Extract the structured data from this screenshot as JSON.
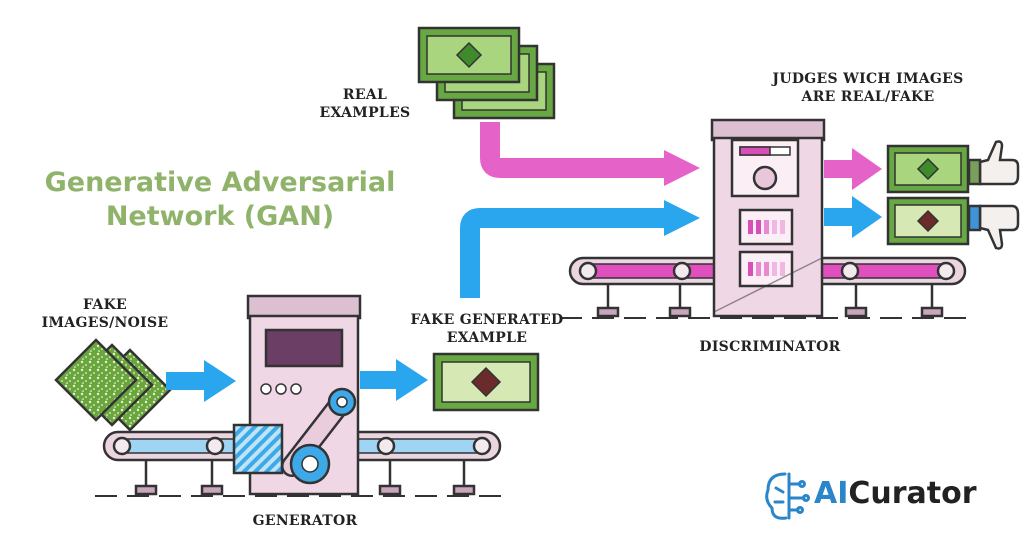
{
  "title": {
    "line1": "Generative Adversarial",
    "line2": "Network (GAN)"
  },
  "labels": {
    "real_examples_1": "REAL",
    "real_examples_2": "EXAMPLES",
    "judges_1": "JUDGES WICH IMAGES",
    "judges_2": "ARE REAL/FAKE",
    "fake_noise_1": "FAKE",
    "fake_noise_2": "IMAGES/NOISE",
    "fake_generated_1": "FAKE GENERATED",
    "fake_generated_2": "EXAMPLE",
    "discriminator": "DISCRIMINATOR",
    "generator": "GENERATOR"
  },
  "brand": {
    "prefix": "AI",
    "suffix": "Curator",
    "icon": "brain-icon"
  },
  "icons": {
    "approve": "thumbs-up-icon",
    "reject": "thumbs-down-icon"
  },
  "colors": {
    "real_flow": "#e563c8",
    "fake_flow": "#29a6ee",
    "money_green": "#5e9c37",
    "title_green": "#8fb36a",
    "machine_pink": "#f0d7e6"
  }
}
